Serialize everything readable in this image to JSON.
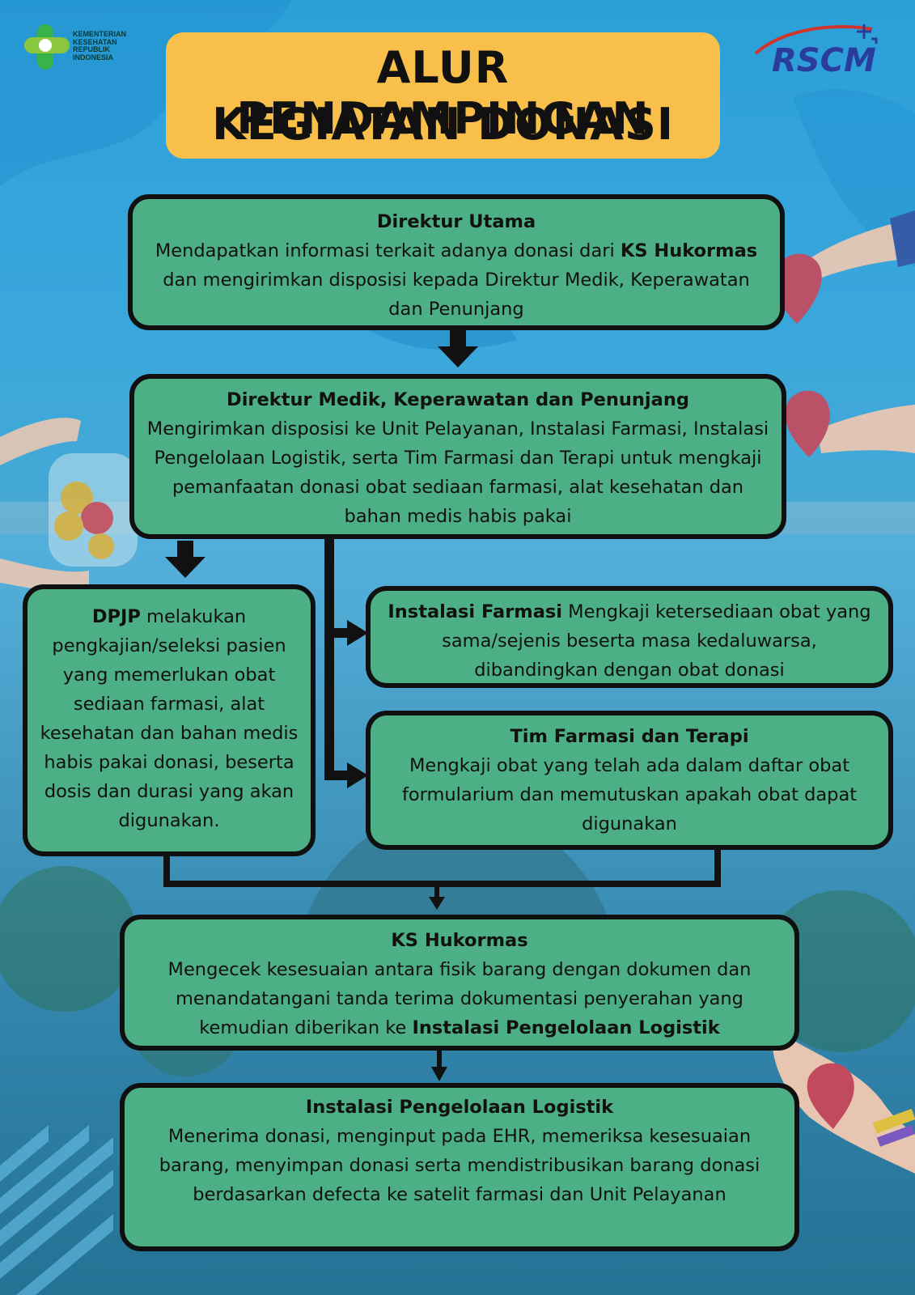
{
  "header": {
    "title_line1": "ALUR PENDAMPINGAN",
    "title_line2": "KEGIATAN DONASI",
    "kemenkes_logo_text": [
      "KEMENTERIAN",
      "KESEHATAN",
      "REPUBLIK",
      "INDONESIA"
    ],
    "rscm_logo_text": "RSCM"
  },
  "flow": {
    "direktur_utama": {
      "heading": "Direktur Utama",
      "text_a": "Mendapatkan informasi terkait adanya donasi dari ",
      "text_bold": "KS Hukormas",
      "text_b": " dan mengirimkan disposisi kepada Direktur Medik, Keperawatan dan Penunjang"
    },
    "direktur_medik": {
      "heading": "Direktur Medik, Keperawatan dan Penunjang",
      "text": "Mengirimkan disposisi ke Unit Pelayanan, Instalasi Farmasi, Instalasi Pengelolaan Logistik, serta Tim Farmasi dan Terapi untuk mengkaji pemanfaatan donasi obat sediaan farmasi, alat kesehatan dan bahan medis habis pakai"
    },
    "dpjp": {
      "bold": "DPJP",
      "text": " melakukan pengkajian/seleksi pasien yang memerlukan obat sediaan farmasi, alat kesehatan dan bahan medis habis pakai donasi, beserta dosis dan durasi yang akan digunakan."
    },
    "instalasi_farmasi": {
      "bold": "Instalasi Farmasi",
      "text": " Mengkaji ketersediaan obat yang sama/sejenis beserta masa kedaluwarsa, dibandingkan dengan obat donasi"
    },
    "tim_farmasi": {
      "heading": "Tim Farmasi dan Terapi",
      "text": "Mengkaji obat yang telah ada dalam daftar obat formularium dan memutuskan apakah obat dapat digunakan"
    },
    "ks_hukormas": {
      "heading": "KS Hukormas",
      "text_a": "Mengecek kesesuaian antara fisik barang dengan dokumen dan menandatangani tanda terima dokumentasi penyerahan yang kemudian diberikan ke ",
      "text_bold": "Instalasi Pengelolaan Logistik"
    },
    "logistik": {
      "heading": "Instalasi Pengelolaan Logistik",
      "text": "Menerima donasi, menginput pada EHR, memeriksa kesesuaian barang, menyimpan donasi serta mendistribusikan barang donasi berdasarkan defecta ke satelit farmasi dan Unit Pelayanan"
    }
  },
  "colors": {
    "box_fill": "#4caf85",
    "box_border": "#101010",
    "title_fill": "#f8bf4a",
    "background": "#3aa7dc",
    "rscm_blue": "#2b3d9c",
    "rscm_red": "#d0342c"
  }
}
